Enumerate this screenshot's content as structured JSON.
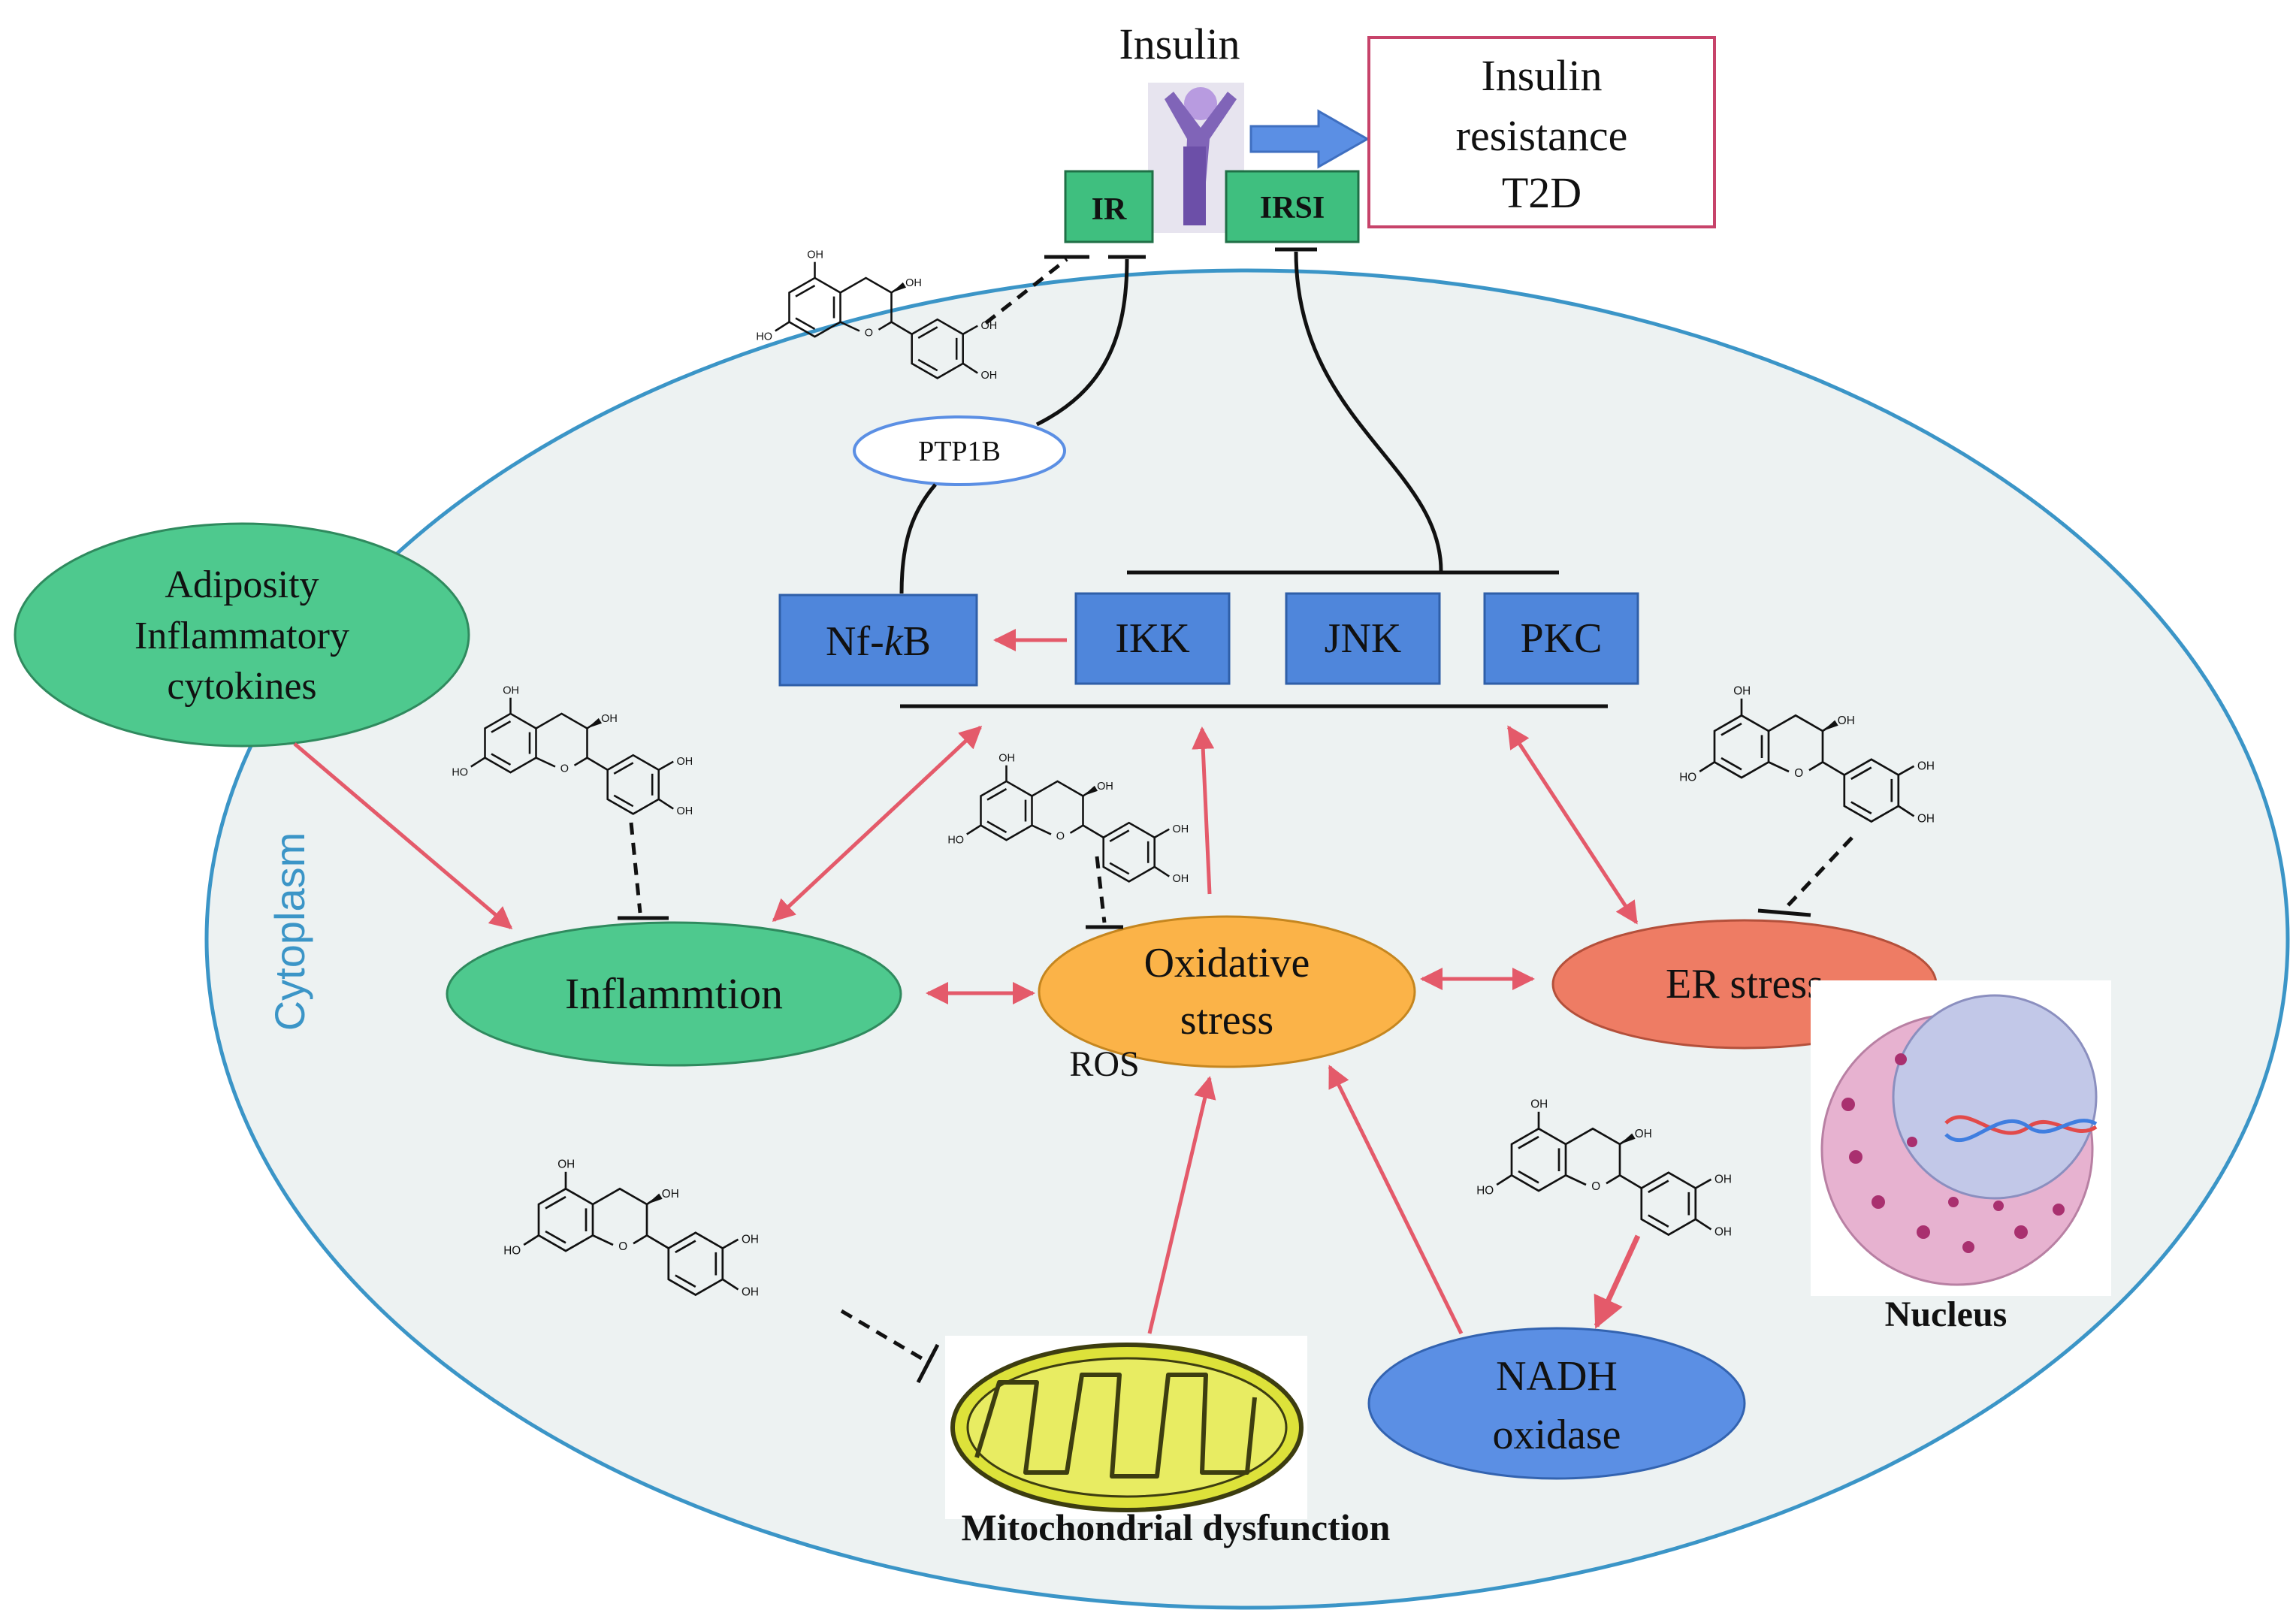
{
  "insulin_label": "Insulin",
  "insulin_resistance": {
    "line1": "Insulin",
    "line2": "resistance",
    "line3": "T2D"
  },
  "receptors": {
    "ir": "IR",
    "irsi": "IRSI"
  },
  "ptp1b": "PTP1B",
  "kinases": {
    "nfkb_prefix": "Nf-",
    "nfkb_italic": "k",
    "nfkb_suffix": "B",
    "ikk": "IKK",
    "jnk": "JNK",
    "pkc": "PKC"
  },
  "adiposity": {
    "line1": "Adiposity",
    "line2": "Inflammatory",
    "line3": "cytokines"
  },
  "cytoplasm_label": "Cytoplasm",
  "inflammation_label": "Inflammtion",
  "oxidative": {
    "line1": "Oxidative",
    "line2": "stress"
  },
  "ros_label": "ROS",
  "er_stress_label": "ER stress",
  "nadh": {
    "line1": "NADH",
    "line2": "oxidase"
  },
  "nucleus_label": "Nucleus",
  "mito_label": "Mitochondrial dysfunction",
  "molecule_atoms": {
    "hydroxyl": "OH",
    "hydroxyl_left": "HO",
    "ring_oxygen": "O"
  },
  "colors": {
    "cell_fill": "#edf2f2",
    "cell_border": "#3b95c7",
    "green_node": "#4ec98e",
    "orange_node": "#fbb348",
    "salmon_node": "#ee7c64",
    "blue_node": "#5b8fe4",
    "kinase_box": "#4f86db",
    "receptor_box": "#3fbf7f",
    "red_arrow": "#e45a6a",
    "maroon_text": "#8c1d3a",
    "mito_yellow": "#dde23a",
    "receptor_purple": "#8064b8"
  }
}
